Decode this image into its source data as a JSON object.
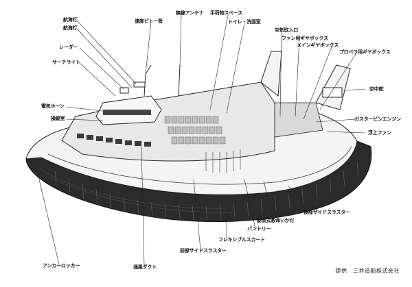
{
  "labels": {
    "navlight1": "航海灯",
    "navlight2": "航海灯",
    "radar": "レーダー",
    "searchlight": "サーチライト",
    "horn": "電気ホーン",
    "cockpit": "操縦室",
    "pitot": "速度ピトー管",
    "antenna": "無線アンテナ",
    "luggage": "手荷物スペース",
    "toilet": "トイレ・洗面室",
    "air_intake": "空気取入口",
    "fan_gearbox": "ファン用ギヤボックス",
    "main_gearbox": "メインギヤボックス",
    "prop_gearbox": "プロペラ用ギヤボックス",
    "rudder": "空中舵",
    "gas_turbine": "ガスタービンエンジン",
    "lift_fan": "浮上ファン",
    "rear_thruster": "後部サイドスラスター",
    "lifeboat": "膨張式救命いかだ",
    "pantry": "パントリー",
    "skirt": "フレキシブルスカート",
    "front_thruster": "前部サイドスラスター",
    "vent_duct": "通風ダクト",
    "anchor": "アンカーロッカー"
  },
  "credit": "提供　三井造船株式会社",
  "colors": {
    "skirt": "#2b2b2b",
    "hull": "#f4f4f4",
    "line": "#222222"
  }
}
